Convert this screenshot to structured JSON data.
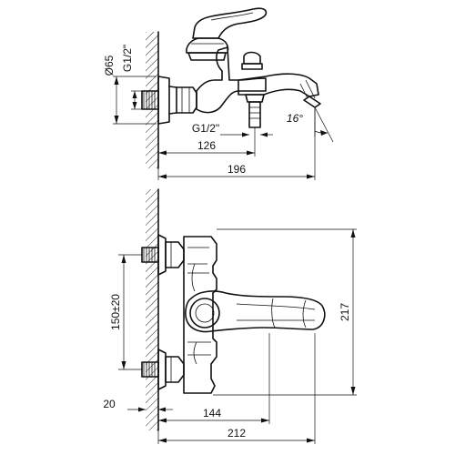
{
  "side_view": {
    "dim_diameter": "Ø65",
    "dim_thread_vertical": "G1/2\"",
    "dim_thread_spout": "G1/2\"",
    "dim_angle": "16°",
    "dim_126": "126",
    "dim_196": "196"
  },
  "front_view": {
    "dim_150": "150±20",
    "dim_217": "217",
    "dim_20": "20",
    "dim_144": "144",
    "dim_212": "212"
  }
}
